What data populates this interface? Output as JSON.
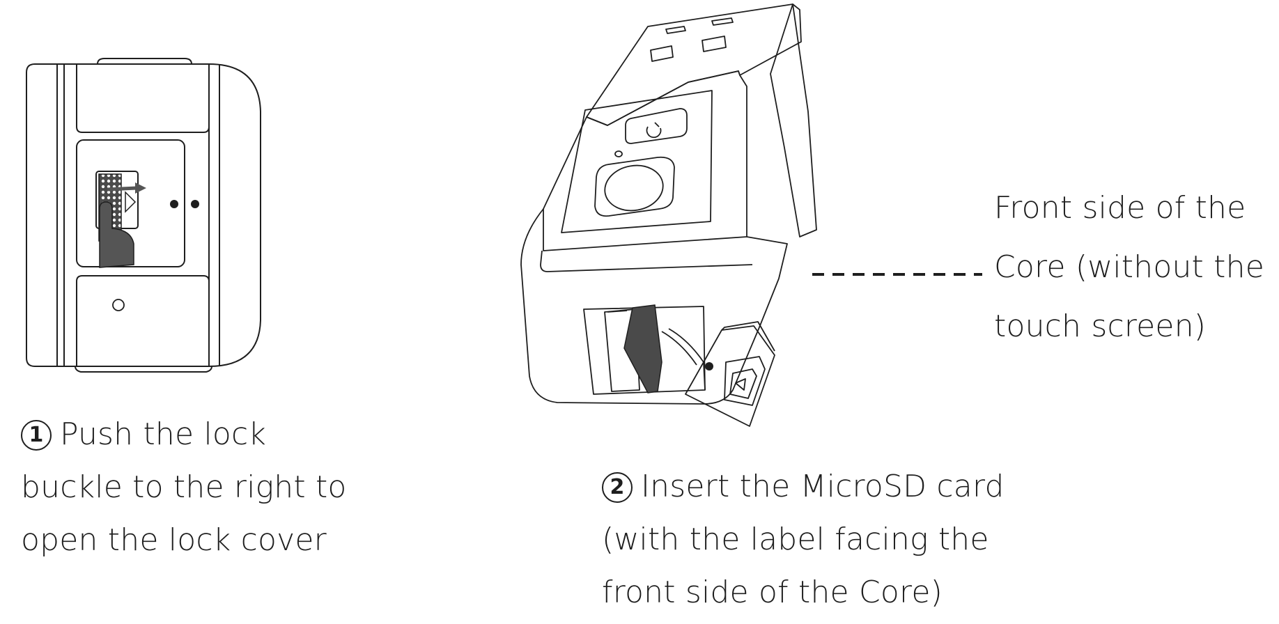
{
  "step1": {
    "number": "1",
    "lines": [
      "Push the lock",
      "buckle to the right to",
      "open the lock cover"
    ]
  },
  "step2": {
    "number": "2",
    "lines": [
      "Insert the MicroSD card",
      "(with the label facing the",
      "front side of the Core)"
    ]
  },
  "front_label": {
    "lines": [
      "Front side of the",
      "Core (without the",
      "touch screen)"
    ]
  },
  "colors": {
    "line": "#1e1e1e",
    "fill_dark": "#4a4a4a",
    "background": "#ffffff"
  }
}
